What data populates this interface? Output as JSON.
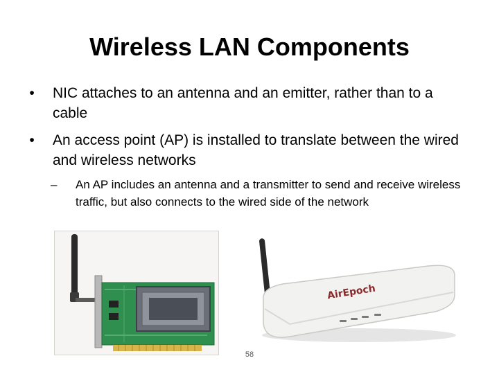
{
  "slide": {
    "title": "Wireless LAN Components",
    "bullets": [
      {
        "mark": "•",
        "text": "NIC attaches to an antenna and an emitter, rather than to a cable"
      },
      {
        "mark": "•",
        "text": "An access point (AP) is installed to translate between the wired and wireless networks"
      }
    ],
    "sub_bullets": [
      {
        "mark": "–",
        "text": "An AP includes an antenna and a transmitter to send and receive wireless traffic, but also connects to the wired side of the network"
      }
    ],
    "images": {
      "router_logo": "AirEpoch"
    },
    "page_number": "58"
  },
  "colors": {
    "background": "#ffffff",
    "text": "#000000",
    "pcb_green": "#2f8f4f",
    "router_body": "#f2f2f0"
  }
}
